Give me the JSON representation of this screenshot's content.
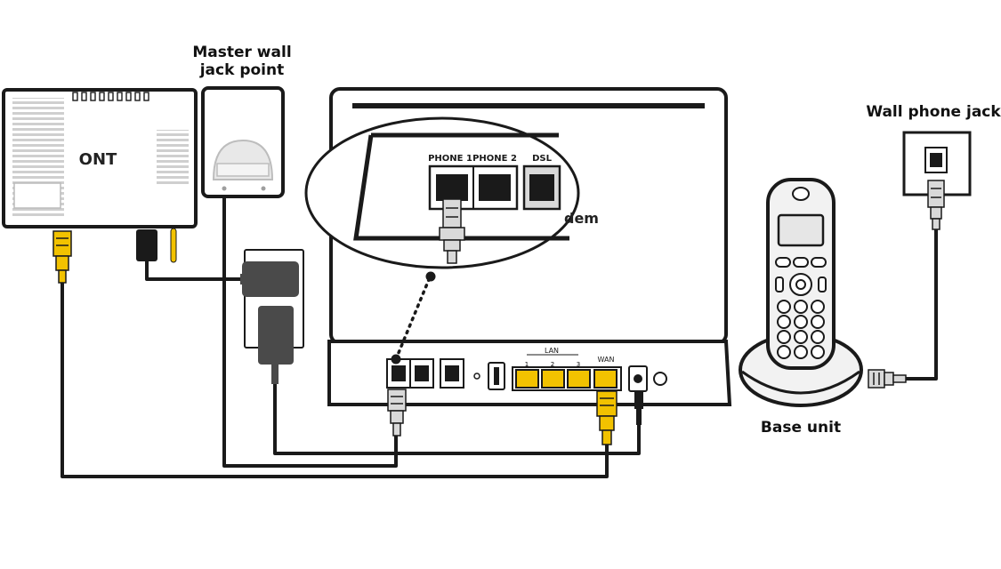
{
  "labels": {
    "ont": "ONT",
    "master_jack": [
      "Master wall",
      "jack point"
    ],
    "wall_phone_jack": "Wall phone jack",
    "base_unit": "Base unit",
    "modem_partial": "dem"
  },
  "ports": {
    "phone1": "PHONE 1",
    "phone2": "PHONE 2",
    "dsl": "DSL",
    "lan": "LAN",
    "lan_numbers": [
      "1",
      "2",
      "3"
    ],
    "wan": "WAN"
  },
  "colors": {
    "line": "#1a1a1a",
    "ethernet": "#f2c200",
    "phone_plug": "#d9d9d9",
    "adapter": "#4a4a4a",
    "phone_body": "#f2f2f2"
  }
}
